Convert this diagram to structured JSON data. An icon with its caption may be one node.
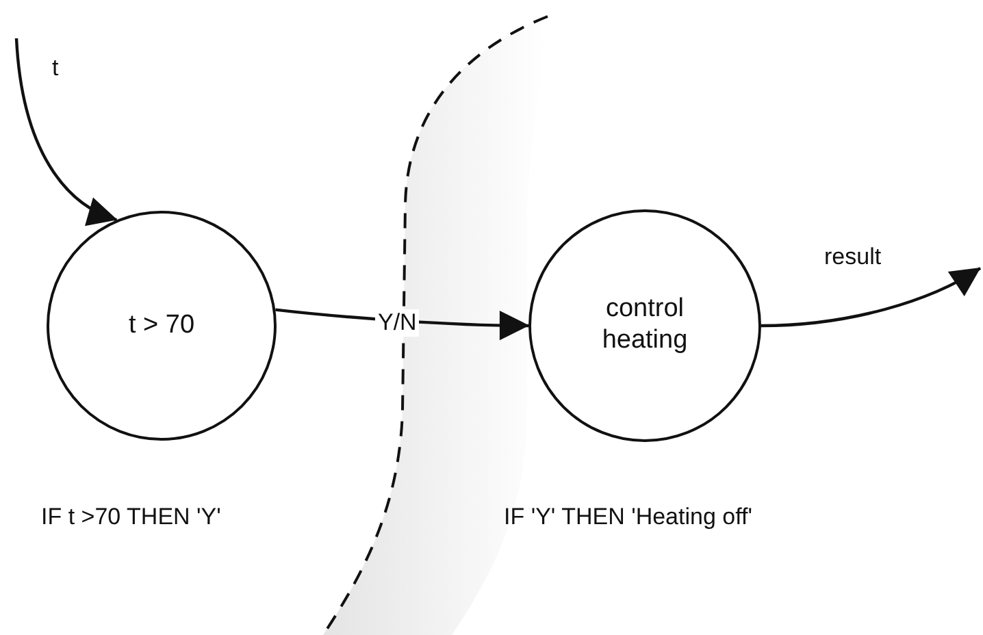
{
  "diagram": {
    "nodes": [
      {
        "text": [
          "t > 70"
        ]
      },
      {
        "text": [
          "control heating"
        ]
      }
    ],
    "edges": [
      {
        "from": null,
        "to": 0,
        "arrow": "to",
        "label": "t"
      },
      {
        "from": 0,
        "to": 1,
        "arrow": "to",
        "label": "Y/N"
      },
      {
        "from": 1,
        "to": null,
        "arrow": "to",
        "label": "result"
      }
    ],
    "labels": [
      "IF t >70 THEN 'Y'",
      "IF 'Y' THEN 'Heating off'"
    ]
  }
}
